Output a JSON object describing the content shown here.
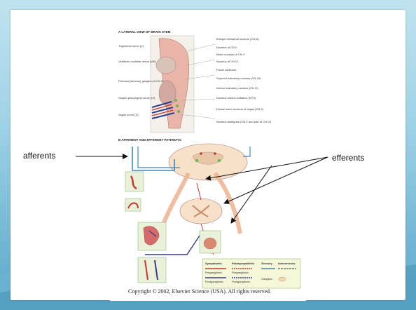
{
  "slide": {
    "annotations": {
      "afferents": "afferents",
      "efferents": "efferents"
    },
    "figure": {
      "panel_a_title": "A  LATERAL VIEW OF BRAIN STEM",
      "panel_b_title": "B  AFFERENT AND EFFERENT PATHWAYS",
      "left_labels_a": [
        "Trigeminal nerve (V)",
        "Vestibulo-cochlear nerve (VIII)",
        "Petrosal (sensory) ganglion of CN IX",
        "Glosso-pharyngeal nerve (IX)",
        "Vagus nerve (X)"
      ],
      "right_labels_a": [
        "Edinger-Westphal nucleus (CN III)",
        "Nucleus of CN V",
        "Motor nucleus of CN V",
        "Nucleus of CN VI",
        "Facial colliculus",
        "Superior salivatory nucleus (CN VII)",
        "Inferior salivatory nucleus (CN IX)",
        "Nucleus tractus solitarius (NTS)",
        "Dorsal motor nucleus of vagus (CN X)",
        "Nucleus ambiguus (CN X and part of CN IX)"
      ],
      "legend": {
        "sympathetic": "Sympathetic",
        "parasympathetic": "Parasympathetic",
        "sensory": "Sensory",
        "interneurons": "Interneurons",
        "preganglionic": "Preganglionic",
        "postganglionic": "Postganglionic",
        "ganglion": "Ganglion"
      },
      "caption": "Copyright © 2002, Elsevier Science (USA).  All rights reserved."
    }
  }
}
